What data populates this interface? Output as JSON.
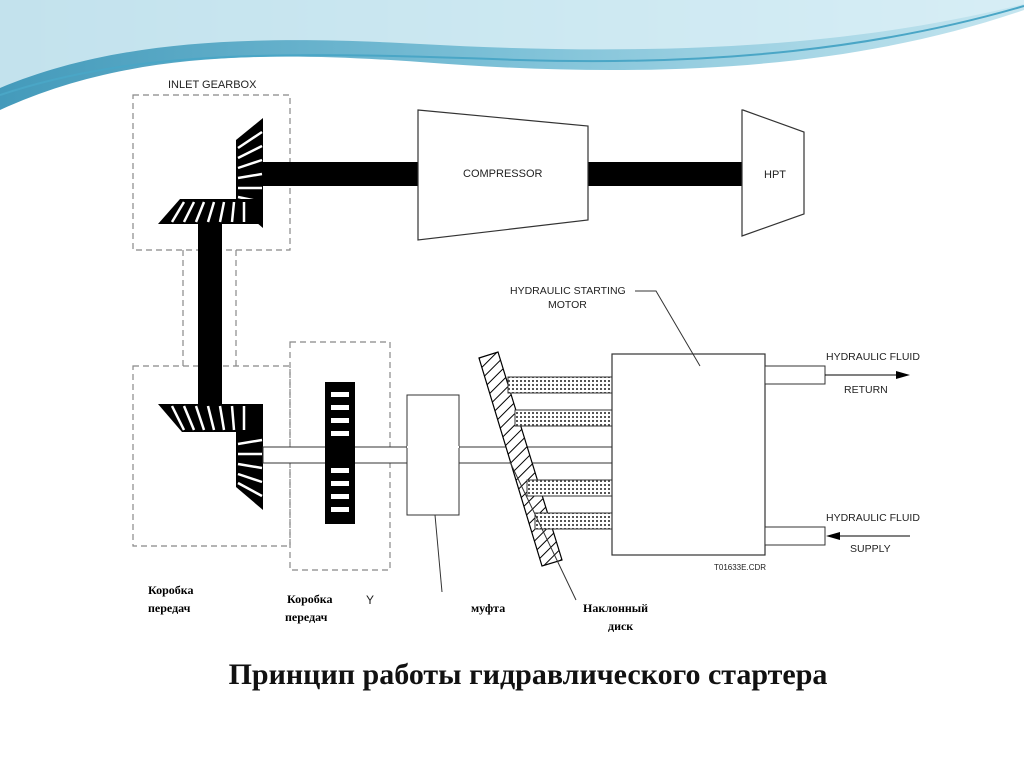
{
  "slide": {
    "title": "Принцип работы гидравлического стартера",
    "colors": {
      "wave_dark": "#3a97b9",
      "wave_light": "#a8d6e6",
      "hatch": "#000000",
      "dashed_box": "#888888"
    }
  },
  "diagram": {
    "inlet_gearbox_label": "INLET GEARBOX",
    "compressor_label": "COMPRESSOR",
    "hpt_label": "HPT",
    "motor_label_line1": "HYDRAULIC STARTING",
    "motor_label_line2": "MOTOR",
    "fluid_return_label": "HYDRAULIC FLUID",
    "return_label": "RETURN",
    "fluid_supply_label": "HYDRAULIC FLUID",
    "supply_label": "SUPPLY",
    "drawing_code": "T01633E.CDR",
    "partial_letter": "Y"
  },
  "annotations": {
    "gearbox1_line1": "Коробка",
    "gearbox1_line2": "передач",
    "gearbox2_line1": "Коробка",
    "gearbox2_line2": "передач",
    "clutch": "муфта",
    "swash_line1": "Наклонный",
    "swash_line2": "диск"
  }
}
